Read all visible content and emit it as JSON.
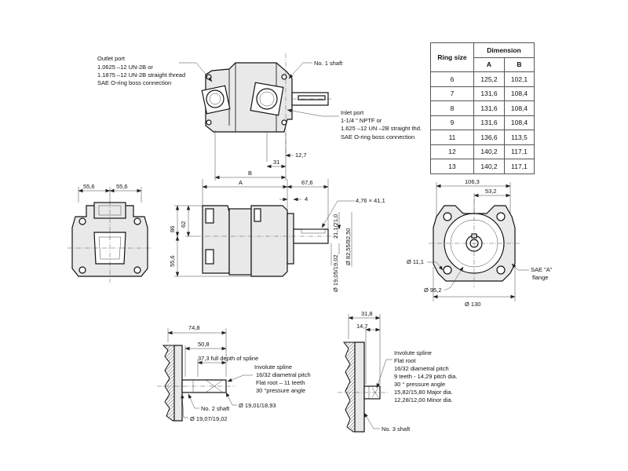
{
  "top_view": {
    "outlet_port": [
      "Outlet port",
      "1.0625  –12 UN-2B or",
      "1.1875  –12 UN-2B straight thread",
      "SAE O-ring boss connection"
    ],
    "shaft_label": "No. 1 shaft",
    "inlet_port": [
      "Inlet port",
      "1-1/4 \" NPTF or",
      "1.625  –12 UN  –2B straight thd.",
      "SAE O-ring boss connection"
    ],
    "dim_12_7": "12,7",
    "dim_31": "31",
    "dim_B": "B"
  },
  "front_view": {
    "dim_55_6_left": "55,6",
    "dim_55_6_right": "55,6"
  },
  "side_view": {
    "dim_A": "A",
    "dim_67_6": "67,6",
    "dim_4": "4",
    "dim_key": "4,76 × 41,1",
    "dim_86": "86",
    "dim_62": "62",
    "dim_55_6": "55,6",
    "dim_21_1": "21,1/21,0",
    "dim_shaft_dia": "Ø 19,05/19,02",
    "dim_pilot_dia": "Ø 82,55/82,50"
  },
  "flange_view": {
    "dim_106_3": "106,3",
    "dim_53_2": "53,2",
    "dim_11_1": "Ø 11,1",
    "dim_95_2": "Ø 95,2",
    "dim_130": "Ø 130",
    "flange_label": [
      "SAE  \"A\"",
      "flange"
    ]
  },
  "shaft_2": {
    "dim_74_8": "74,8",
    "dim_50_8": "50,8",
    "dim_37_3": "37,3 full depth of spline",
    "spec": [
      "Involute spline",
      "16/32 diametral pitch",
      "Flat root   – 11 teeth",
      "30 °pressure angle"
    ],
    "label": "No. 2 shaft",
    "dim_19_01": "Ø 19,01/18,93",
    "dim_19_07": "Ø 19,07/19,02"
  },
  "shaft_3": {
    "dim_31_8": "31,8",
    "dim_14_7": "14,7",
    "spec": [
      "Involute spline",
      "Flat root",
      "16/32 diametral pitch",
      "9 teeth - 14,29 pitch dia.",
      "30 ° pressure angle",
      "15,82/15,80 Major dia.",
      "12,28/12,00 Minor dia."
    ],
    "label": "No. 3 shaft"
  },
  "ring_table": {
    "headers": {
      "ring_size": "Ring size",
      "dimension": "Dimension",
      "a": "A",
      "b": "B"
    },
    "rows": [
      {
        "ring": "6",
        "a": "125,2",
        "b": "102,1"
      },
      {
        "ring": "7",
        "a": "131,6",
        "b": "108,4"
      },
      {
        "ring": "8",
        "a": "131,6",
        "b": "108,4"
      },
      {
        "ring": "9",
        "a": "131,6",
        "b": "108,4"
      },
      {
        "ring": "11",
        "a": "136,6",
        "b": "113,5"
      },
      {
        "ring": "12",
        "a": "140,2",
        "b": "117,1"
      },
      {
        "ring": "13",
        "a": "140,2",
        "b": "117,1"
      }
    ]
  }
}
